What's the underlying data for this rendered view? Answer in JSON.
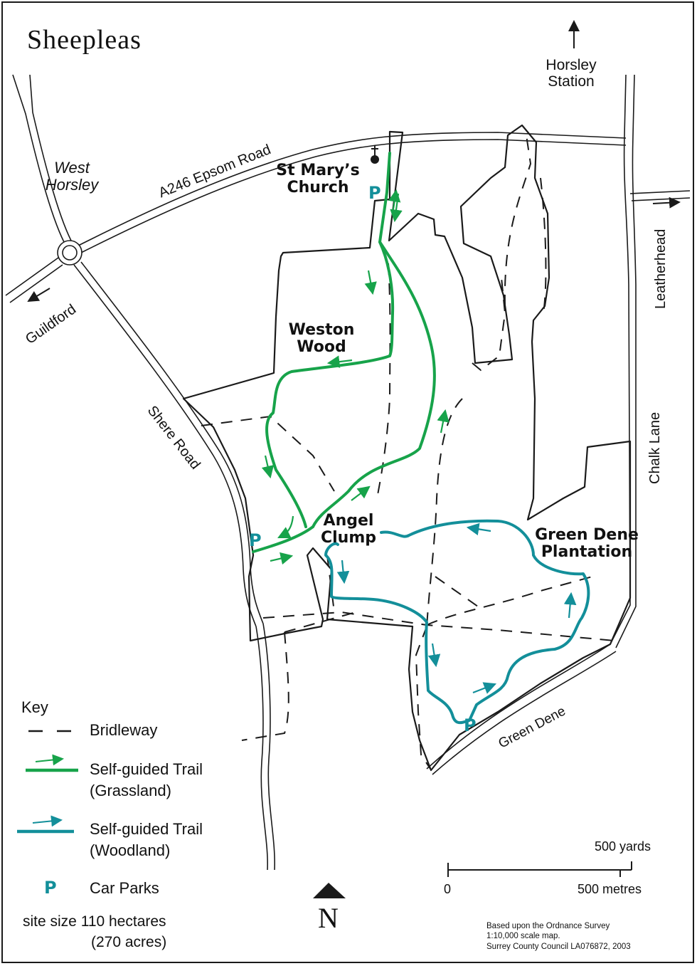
{
  "title": "Sheepleas",
  "places": {
    "west_horsley_1": "West",
    "west_horsley_2": "Horsley",
    "st_marys_1": "St Mary’s",
    "st_marys_2": "Church",
    "weston_1": "Weston",
    "weston_2": "Wood",
    "angel_1": "Angel",
    "angel_2": "Clump",
    "green_dene_pl_1": "Green Dene",
    "green_dene_pl_2": "Plantation"
  },
  "roads": {
    "epsom_road": "A246 Epsom Road",
    "shere_road": "Shere Road",
    "chalk_lane": "Chalk Lane",
    "green_dene": "Green Dene"
  },
  "directions": {
    "guildford": "Guildford",
    "leatherhead": "Leatherhead",
    "horsley_1": "Horsley",
    "horsley_2": "Station"
  },
  "parking_symbol": "P",
  "key": {
    "heading": "Key",
    "bridleway": "Bridleway",
    "grassland_1": "Self-guided Trail",
    "grassland_2": "(Grassland)",
    "woodland_1": "Self-guided Trail",
    "woodland_2": "(Woodland)",
    "car_parks": "Car Parks",
    "site_size_1": "site size 110 hectares",
    "site_size_2": "(270 acres)"
  },
  "scale": {
    "yards": "500 yards",
    "zero": "0",
    "metres": "500 metres"
  },
  "north": "N",
  "credit": {
    "line1": "Based upon the Ordnance Survey",
    "line2": "1:10,000 scale map.",
    "line3": "Surrey County Council LA076872, 2003"
  },
  "colors": {
    "grassland_trail": "#17a34a",
    "woodland_trail": "#138f9a",
    "parking": "#138f9a",
    "lines": "#1a1a1a"
  },
  "icons": [
    "church-cross-icon",
    "north-arrow-icon",
    "direction-arrow-icon"
  ]
}
